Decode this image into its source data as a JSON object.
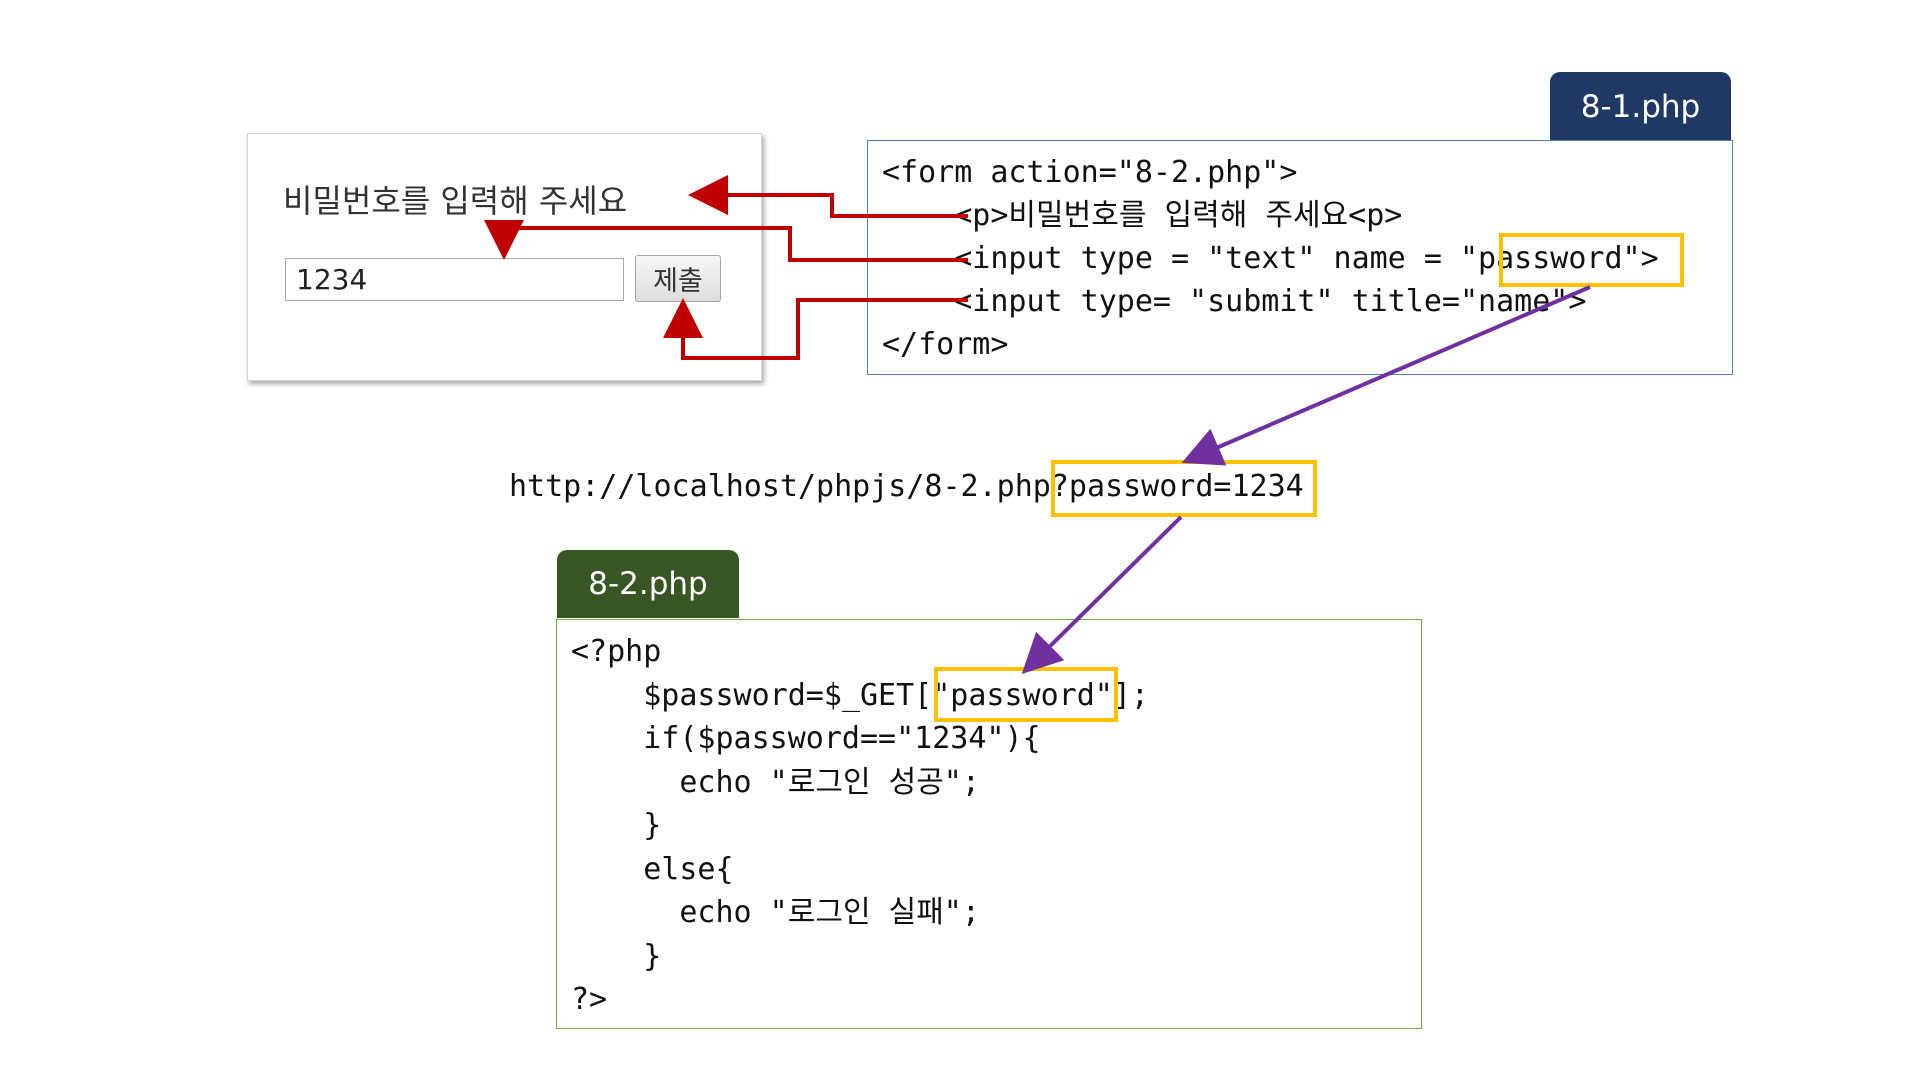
{
  "form_preview": {
    "prompt": "비밀번호를 입력해 주세요",
    "input_value": "1234",
    "submit_label": "제출"
  },
  "file1": {
    "tab_label": "8-1.php",
    "code_lines": [
      "<form action=\"8-2.php\">",
      "    <p>비밀번호를 입력해 주세요<p>",
      "    <input type = \"text\" name = \"password\">",
      "    <input type= \"submit\" title=\"name\">",
      "</form>"
    ]
  },
  "url": "http://localhost/phpjs/8-2.php?password=1234",
  "file2": {
    "tab_label": "8-2.php",
    "code_lines": [
      "<?php",
      "    $password=$_GET[\"password\"];",
      "    if($password==\"1234\"){",
      "      echo \"로그인 성공\";",
      "    }",
      "    else{",
      "      echo \"로그인 실패\";",
      "    }",
      "?>"
    ]
  },
  "colors": {
    "tab1": "#1f3864",
    "tab2": "#375623",
    "box1_border": "#4f81bd",
    "box2_border": "#70ad47",
    "highlight": "#ffc000",
    "red_arrow": "#c00000",
    "purple_arrow": "#7030a0"
  }
}
